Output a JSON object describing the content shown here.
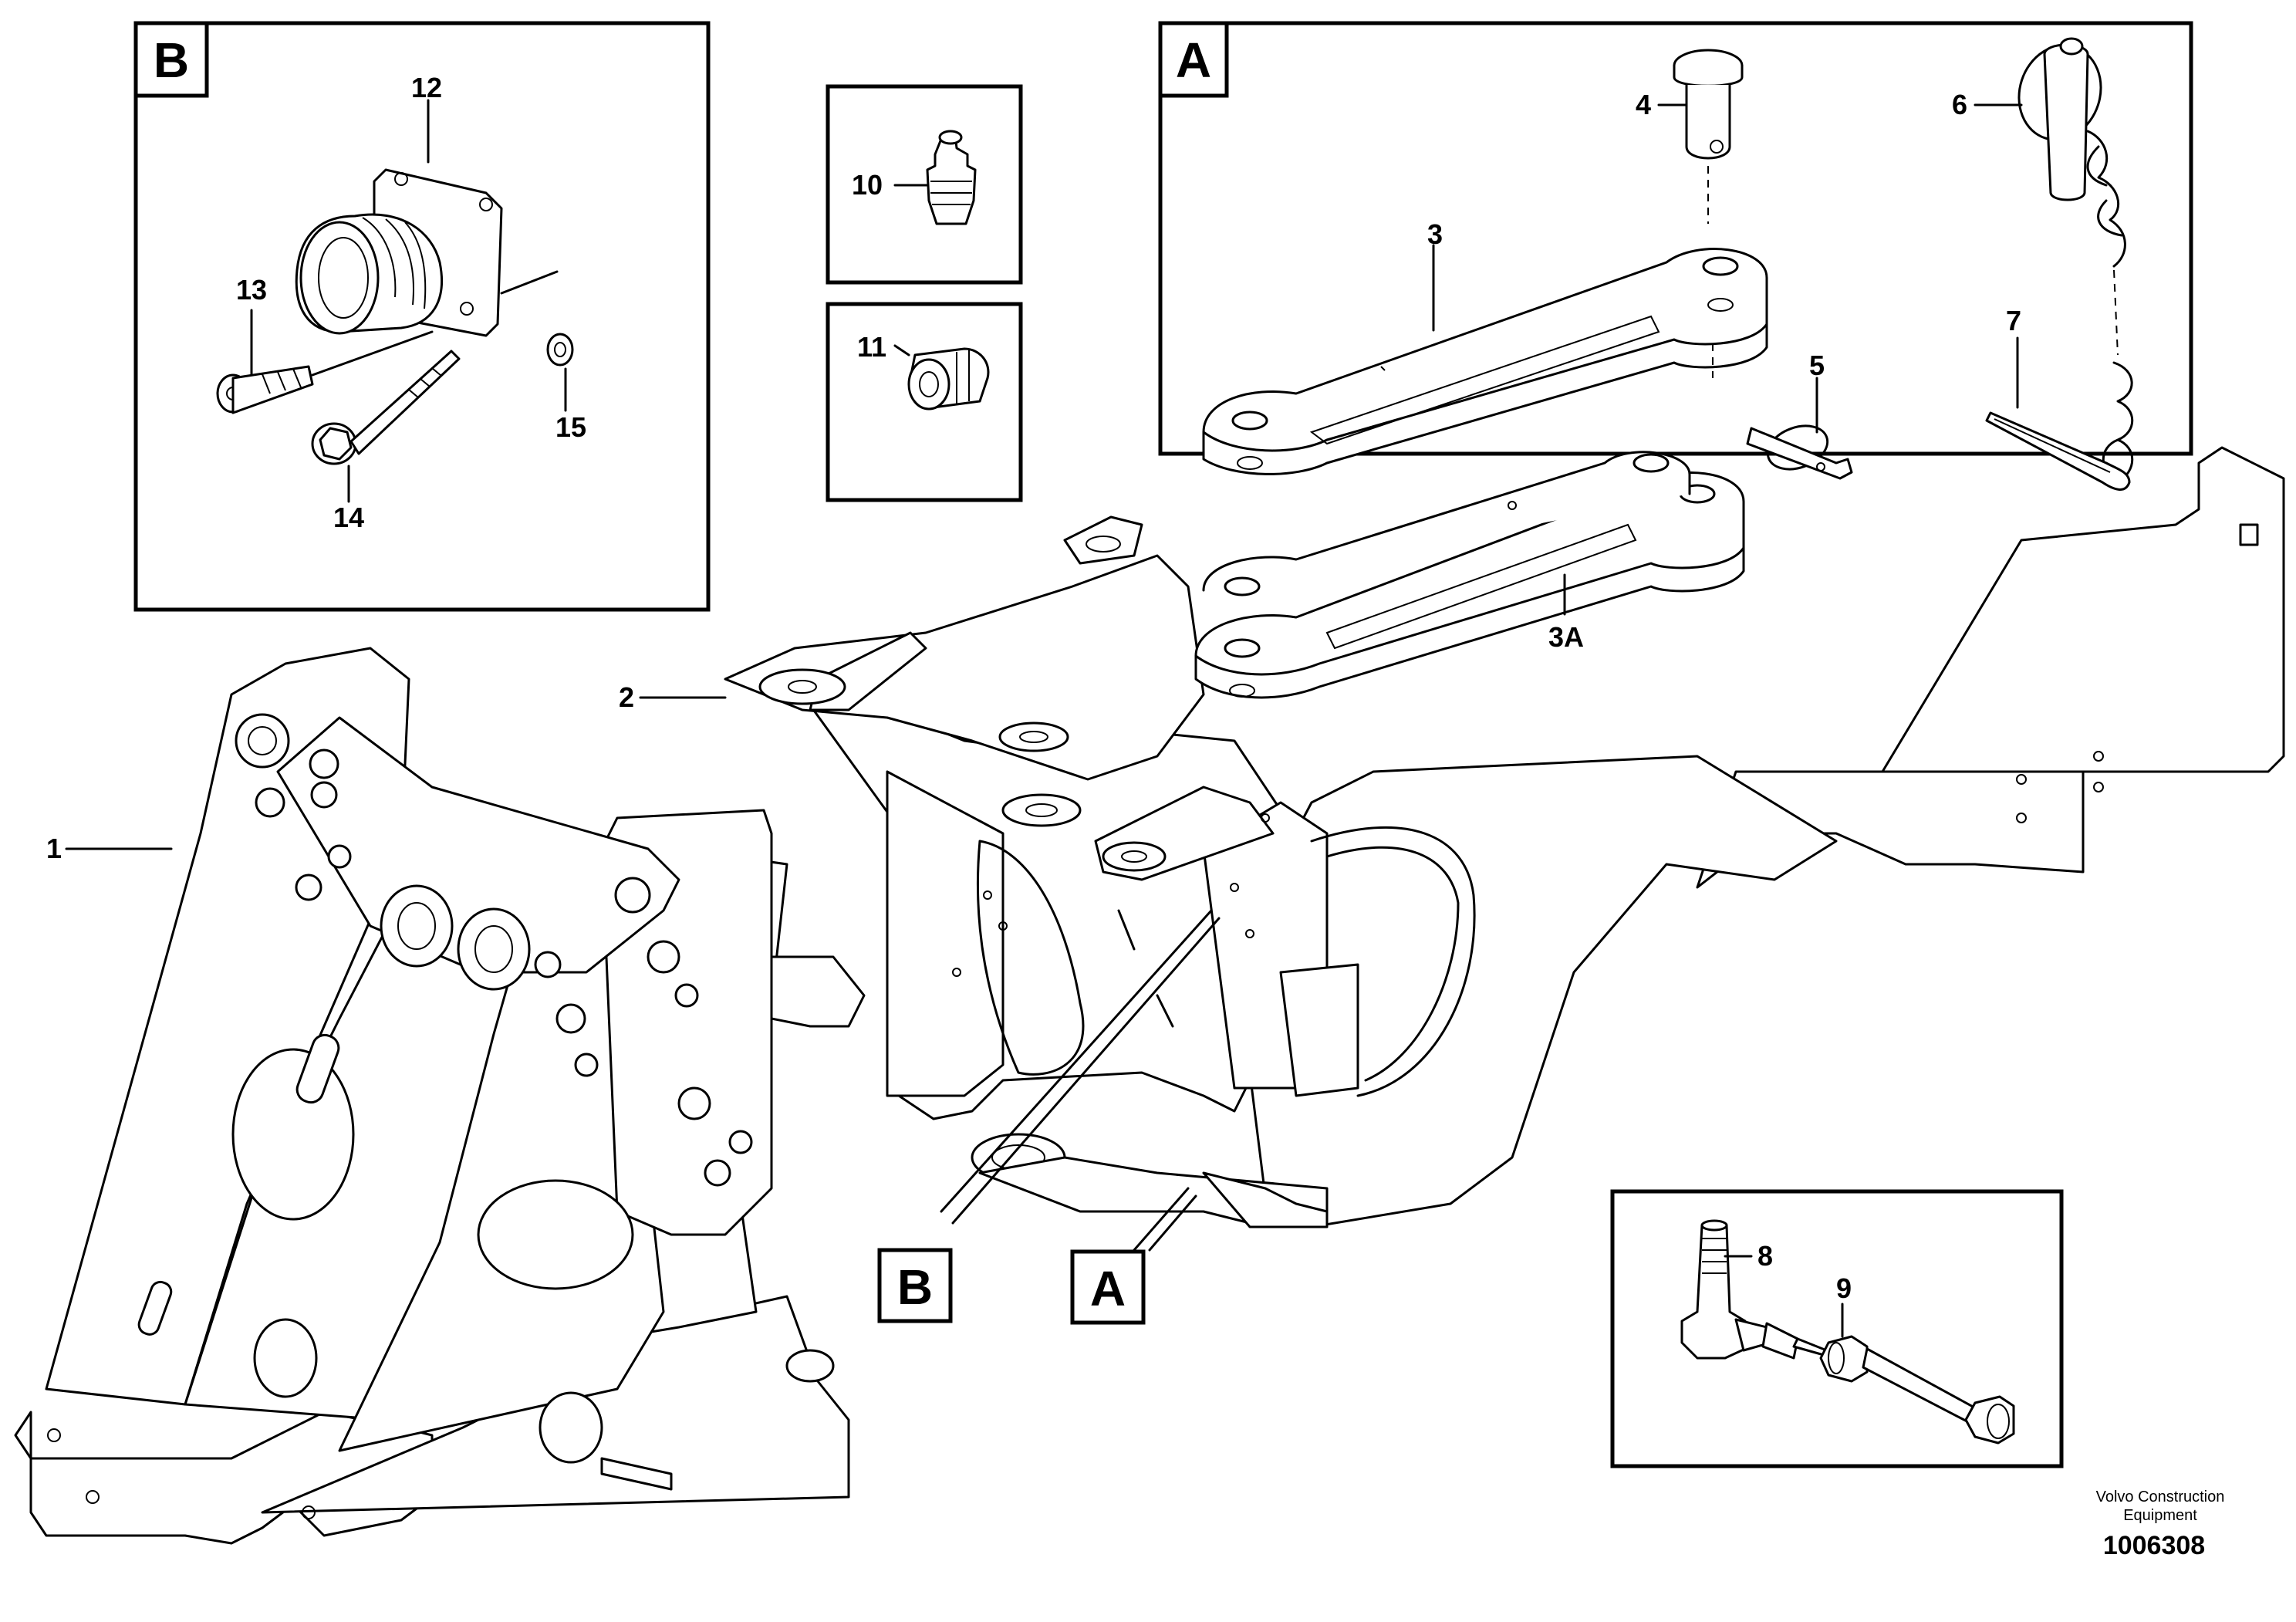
{
  "callouts": {
    "c1": "1",
    "c2": "2",
    "c3": "3",
    "c3a": "3A",
    "c4": "4",
    "c5": "5",
    "c6": "6",
    "c7": "7",
    "c8": "8",
    "c9": "9",
    "c10": "10",
    "c11": "11",
    "c12": "12",
    "c13": "13",
    "c14": "14",
    "c15": "15"
  },
  "detail_labels": {
    "box_a": "A",
    "box_b": "B",
    "pointer_a": "A",
    "pointer_b": "B"
  },
  "footer": {
    "company": "Volvo Construction Equipment",
    "document_number": "1006308"
  }
}
